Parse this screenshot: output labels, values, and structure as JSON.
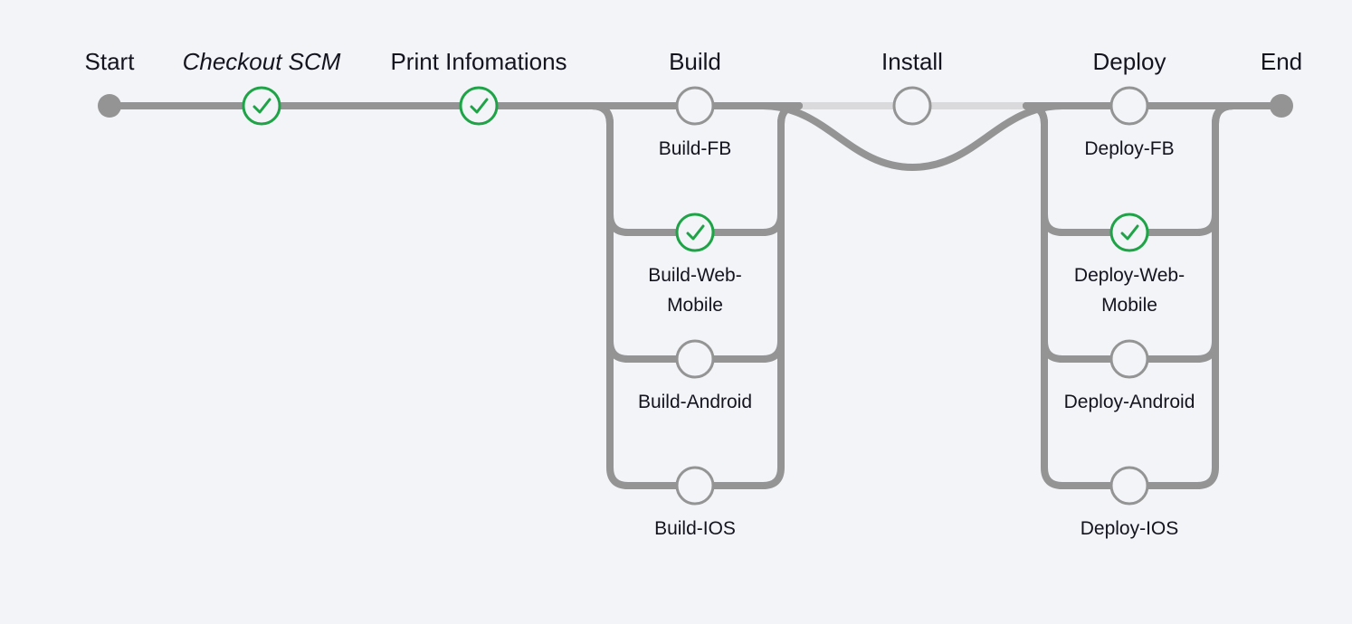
{
  "pipeline": {
    "colors": {
      "background": "#f2f4f8",
      "track": "#949494",
      "track_skipped": "#dadadc",
      "success": "#1ea446",
      "text": "#14141f"
    },
    "stages": [
      {
        "id": "start",
        "title": "Start",
        "kind": "terminal",
        "status": "terminal"
      },
      {
        "id": "checkout-scm",
        "title": "Checkout SCM",
        "kind": "stage",
        "status": "success",
        "italic": true
      },
      {
        "id": "print-infomations",
        "title": "Print Infomations",
        "kind": "stage",
        "status": "success"
      },
      {
        "id": "build",
        "title": "Build",
        "kind": "parallel",
        "status": "pending",
        "branches": [
          {
            "id": "build-fb",
            "label_lines": [
              "Build-FB"
            ],
            "status": "pending"
          },
          {
            "id": "build-web-mobile",
            "label_lines": [
              "Build-Web-",
              "Mobile"
            ],
            "status": "success"
          },
          {
            "id": "build-android",
            "label_lines": [
              "Build-Android"
            ],
            "status": "pending"
          },
          {
            "id": "build-ios",
            "label_lines": [
              "Build-IOS"
            ],
            "status": "pending"
          }
        ]
      },
      {
        "id": "install",
        "title": "Install",
        "kind": "stage",
        "status": "skipped"
      },
      {
        "id": "deploy",
        "title": "Deploy",
        "kind": "parallel",
        "status": "pending",
        "branches": [
          {
            "id": "deploy-fb",
            "label_lines": [
              "Deploy-FB"
            ],
            "status": "pending"
          },
          {
            "id": "deploy-web-mobile",
            "label_lines": [
              "Deploy-Web-",
              "Mobile"
            ],
            "status": "success"
          },
          {
            "id": "deploy-android",
            "label_lines": [
              "Deploy-Android"
            ],
            "status": "pending"
          },
          {
            "id": "deploy-ios",
            "label_lines": [
              "Deploy-IOS"
            ],
            "status": "pending"
          }
        ]
      },
      {
        "id": "end",
        "title": "End",
        "kind": "terminal",
        "status": "terminal"
      }
    ]
  }
}
